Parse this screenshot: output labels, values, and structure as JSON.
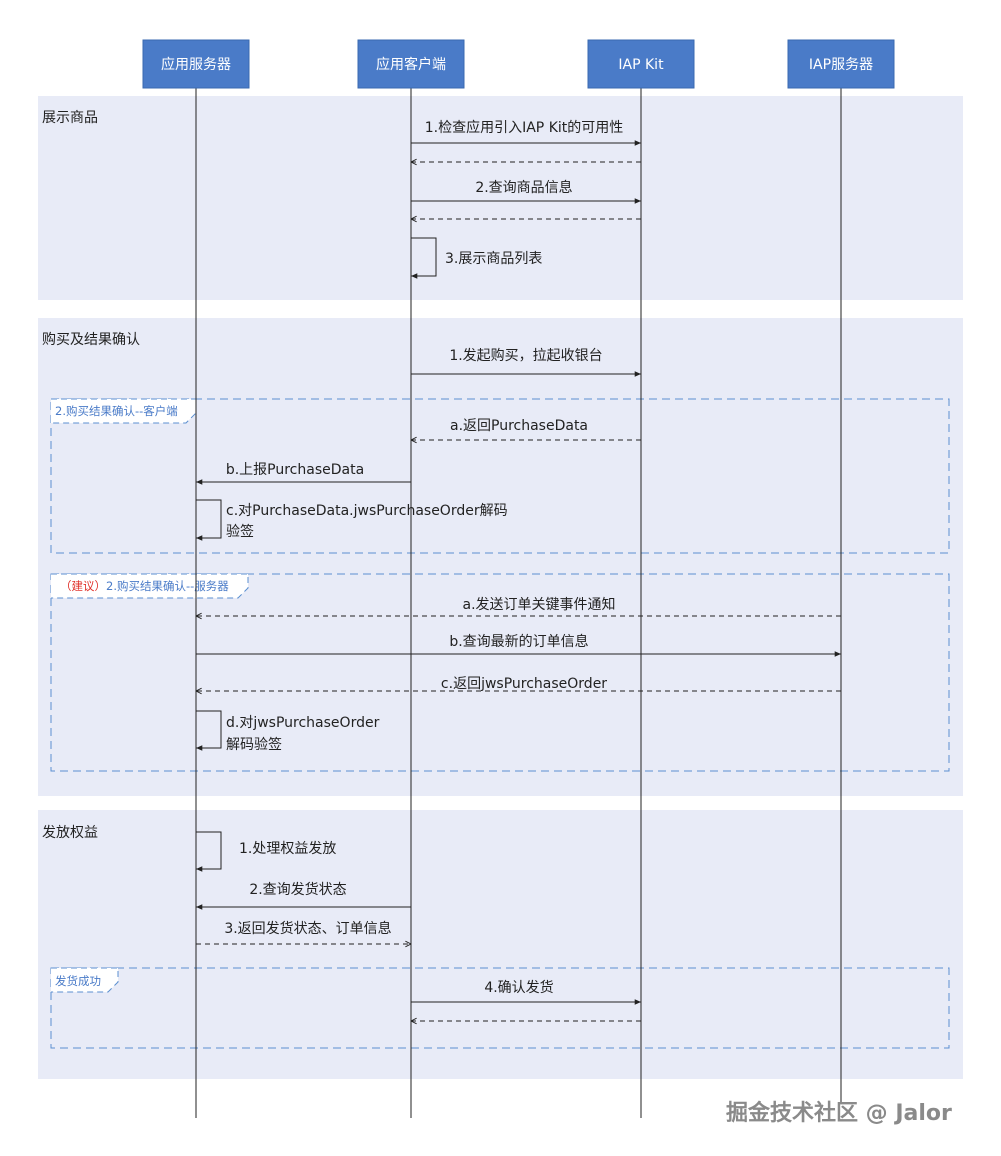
{
  "participants": [
    {
      "id": "app-server",
      "label": "应用服务器"
    },
    {
      "id": "app-client",
      "label": "应用客户端"
    },
    {
      "id": "iap-kit",
      "label": "IAP Kit"
    },
    {
      "id": "iap-server",
      "label": "IAP服务器"
    }
  ],
  "sections": {
    "show": {
      "title": "展示商品"
    },
    "purchase": {
      "title": "购买及结果确认"
    },
    "deliver": {
      "title": "发放权益"
    }
  },
  "frames": {
    "client_confirm": {
      "label": "2.购买结果确认--客户端"
    },
    "server_confirm": {
      "label_prefix": "（建议）",
      "label": "2.购买结果确认--服务器"
    },
    "deliver_success": {
      "label": "发货成功"
    }
  },
  "messages": {
    "check_availability": "1.检查应用引入IAP Kit的可用性",
    "query_products": "2.查询商品信息",
    "show_list": "3.展示商品列表",
    "start_purchase": "1.发起购买，拉起收银台",
    "return_purchase_data": "a.返回PurchaseData",
    "report_purchase_data": "b.上报PurchaseData",
    "verify_client_line1": "c.对PurchaseData.jwsPurchaseOrder解码",
    "verify_client_line2": "验签",
    "send_notification": "a.发送订单关键事件通知",
    "query_latest_order": "b.查询最新的订单信息",
    "return_jws_order": "c.返回jwsPurchaseOrder",
    "verify_server_line1": "d.对jwsPurchaseOrder",
    "verify_server_line2": "解码验签",
    "process_rights": "1.处理权益发放",
    "query_delivery_status": "2.查询发货状态",
    "return_delivery_status": "3.返回发货状态、订单信息",
    "confirm_delivery": "4.确认发货"
  },
  "watermark": "掘金技术社区 @ Jalor"
}
